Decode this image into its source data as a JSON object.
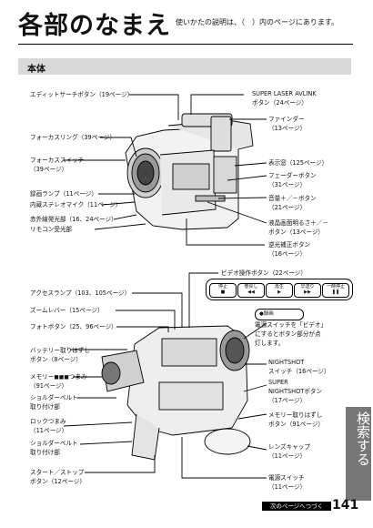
{
  "page": {
    "title": "各部のなまえ",
    "intro": "使いかたの説明は、（　）内のページにあります。",
    "section": "本体",
    "side_tab": "検索する",
    "next_page": "次のページへつづく",
    "page_number": "141"
  },
  "labels_top": {
    "edit_search": "エディットサーチボタン（19ページ）",
    "focus_ring": "フォーカスリング（39ページ）",
    "focus_switch_1": "フォーカススイッチ",
    "focus_switch_2": "（39ページ）",
    "rec_lamp": "録画ランプ（11ページ）",
    "stereo_mic": "内蔵ステレオマイク（11ページ）",
    "ir_emitter": "赤外線発光部（16、24ページ）",
    "remote_sensor": "リモコン受光部",
    "super_laser_1": "SUPER LASER AVLINK",
    "super_laser_2": "ボタン（24ページ）",
    "finder_1": "ファインダー",
    "finder_2": "（13ページ）",
    "display_window": "表示窓（125ページ）",
    "fader_1": "フェーダーボタン",
    "fader_2": "（31ページ）",
    "volume_1": "音量＋／－ボタン",
    "volume_2": "（21ページ）",
    "lcd_bright_1": "液晶画面明るさ＋／－",
    "lcd_bright_2": "ボタン（13ページ）",
    "backlight_1": "逆光補正ボタン",
    "backlight_2": "（16ページ）"
  },
  "labels_bottom": {
    "video_ops": "ビデオ操作ボタン（22ページ）",
    "access_lamp": "アクセスランプ（103、105ページ）",
    "zoom_lever": "ズームレバー（15ページ）",
    "photo_button": "フォトボタン（25、96ページ）",
    "battery_release_1": "バッテリー取りはずし",
    "battery_release_2": "ボタン（8ページ）",
    "memory_index_1": "メモリー◼◼◼つまみ",
    "memory_index_2": "（91ページ）",
    "shoulder_belt_1": "ショルダーベルト",
    "shoulder_belt_2": "取り付け部",
    "lock_knob_1": "ロックつまみ",
    "lock_knob_2": "（11ページ）",
    "shoulder_belt_b1": "ショルダーベルト",
    "shoulder_belt_b2": "取り付け部",
    "start_stop_1": "スタート／ストップ",
    "start_stop_2": "ボタン（12ページ）",
    "rec_note_1": "電源スイッチを「ビデオ」",
    "rec_note_2": "にするとボタン部分が点",
    "rec_note_3": "灯します。",
    "nightshot_1": "NIGHTSHOT",
    "nightshot_2": "スイッチ（16ページ）",
    "super_nightshot_1": "SUPER",
    "super_nightshot_2": "NIGHTSHOTボタン",
    "super_nightshot_3": "（17ページ）",
    "memory_release_1": "メモリー取りはずし",
    "memory_release_2": "ボタン（91ページ）",
    "lens_cap_1": "レンズキャップ",
    "lens_cap_2": "（11ページ）",
    "power_switch_1": "電源スイッチ",
    "power_switch_2": "（11ページ）"
  },
  "video_buttons": [
    {
      "label": "停止",
      "glyph": "■"
    },
    {
      "label": "巻戻し",
      "glyph": "◀◀"
    },
    {
      "label": "再生",
      "glyph": "▶"
    },
    {
      "label": "早送り",
      "glyph": "▶▶"
    },
    {
      "label": "一時停止",
      "glyph": "❚❚"
    }
  ],
  "rec_switch_label": "●録画"
}
